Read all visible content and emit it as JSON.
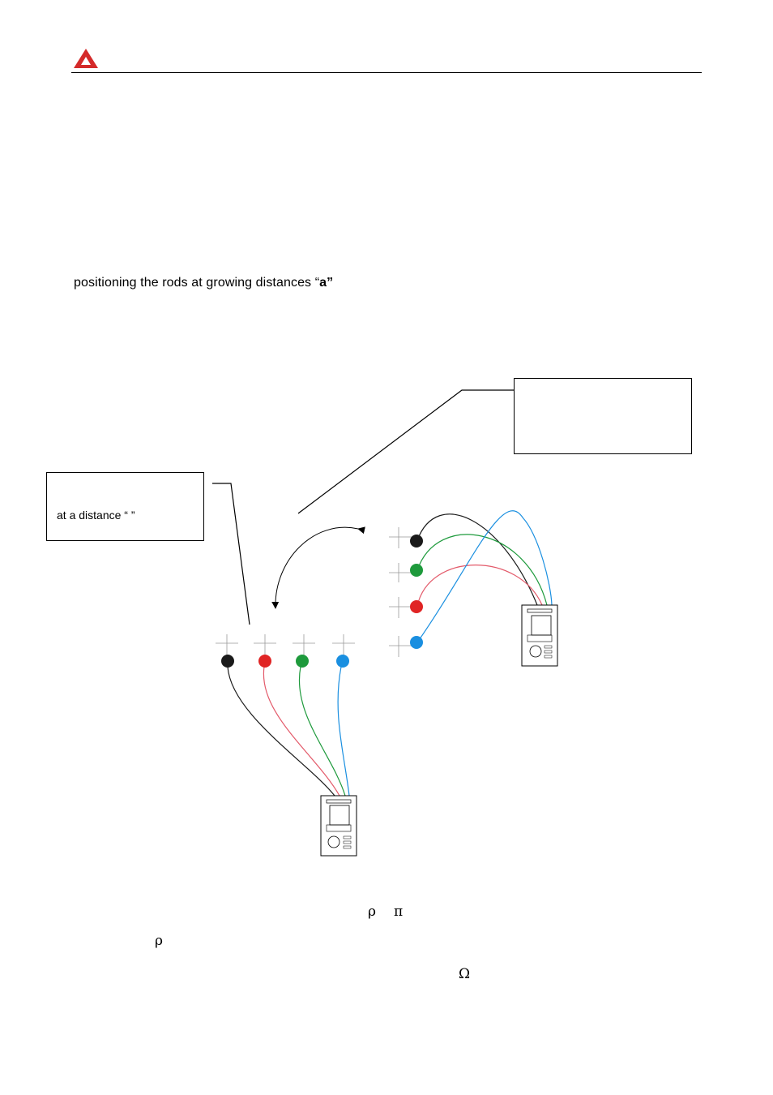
{
  "colors": {
    "brand": "#d42a2a",
    "probe_black": "#1a1a1a",
    "probe_red": "#e02424",
    "probe_green": "#1e9a3c",
    "probe_blue": "#1a8fe0",
    "wire_red": "#e35a6a",
    "wire_green": "#1e9a3c",
    "wire_blue": "#1a8fe0"
  },
  "header": {
    "logo_icon": "red-triangle-logo"
  },
  "body": {
    "text_prefix": "positioning the rods at growing distances “",
    "text_bold": "a”"
  },
  "callout_left": {
    "text": "at a distance “  ”"
  },
  "symbols": {
    "rho_1": "ρ",
    "pi": "π",
    "rho_2": "ρ",
    "omega": "Ω"
  }
}
